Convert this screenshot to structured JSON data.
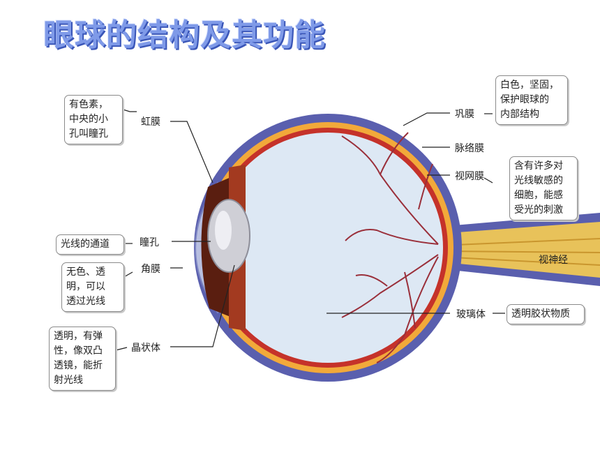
{
  "title": "眼球的结构及其功能",
  "structures": {
    "iris": "虹膜",
    "pupil": "瞳孔",
    "cornea": "角膜",
    "lens": "晶状体",
    "sclera": "巩膜",
    "choroid": "脉络膜",
    "retina": "视网膜",
    "optic_nerve": "视神经",
    "vitreous": "玻璃体"
  },
  "functions": {
    "iris": "有色素，\n中央的小\n孔叫瞳孔",
    "pupil": "光线的通道",
    "cornea": "无色、透\n明，可以\n透过光线",
    "lens": "透明，有弹\n性，像双凸\n透镜，能折\n射光线",
    "sclera": "白色，坚固，\n保护眼球的\n内部结构",
    "retina": "含有许多对\n光线敏感的\n细胞，能感\n受光的刺激",
    "vitreous": "透明胶状物质"
  },
  "colors": {
    "title": "#7f9ae8",
    "sclera_outer": "#5a5fae",
    "choroid": "#c5322a",
    "retina_layer": "#f2a93a",
    "vitreous": "#dde8f4",
    "optic_nerve": "#e8c25a",
    "vessels": "#9a2f3a"
  }
}
